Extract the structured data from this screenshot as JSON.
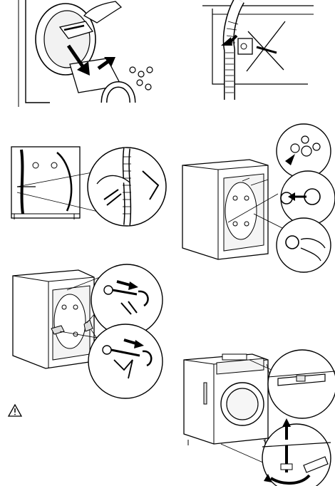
{
  "page": {
    "background": "#ffffff",
    "ink": "#000000",
    "shade": "#d9d9d9"
  },
  "illustrations": [
    {
      "id": "remove-transit-bag",
      "icon": "washer-drum-with-bag-removal-arrows"
    },
    {
      "id": "drain-hose-clip",
      "icon": "hose-clip-removal"
    },
    {
      "id": "remove-cable-ties",
      "icon": "pliers-cutting-cable-ties"
    },
    {
      "id": "insert-plastic-caps",
      "icon": "caps-inserted-in-transit-holes"
    },
    {
      "id": "remove-transit-bolts",
      "icon": "spanner-removing-bolts"
    },
    {
      "id": "level-appliance",
      "icon": "spirit-level-and-adjustable-foot"
    }
  ],
  "warning": {
    "icon": "warning-triangle-icon",
    "text": ""
  }
}
